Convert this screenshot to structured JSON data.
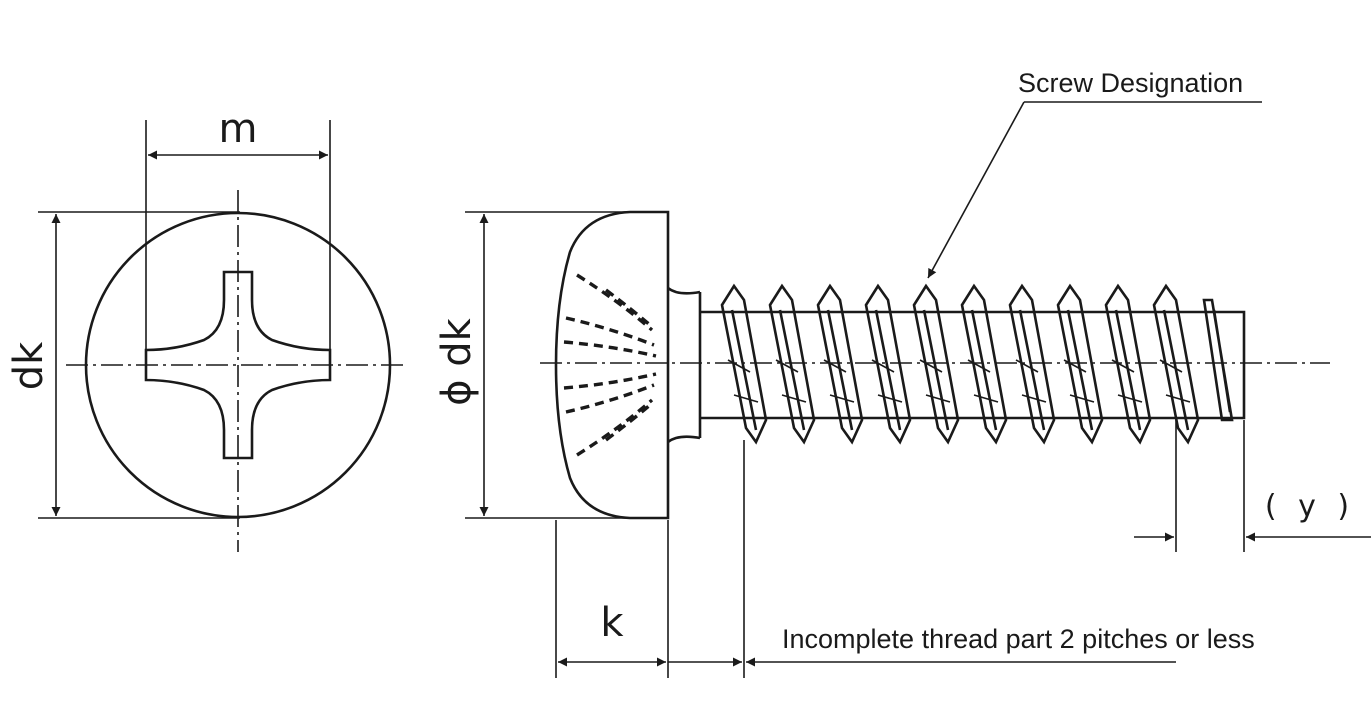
{
  "labels": {
    "m": "m",
    "dk": "dk",
    "phi_dk": "ϕ dk",
    "k": "k",
    "y": "( y )",
    "screw_designation": "Screw Designation",
    "incomplete_thread": "Incomplete thread part 2 pitches or less"
  },
  "colors": {
    "line": "#1a1a1a",
    "background": "#ffffff"
  }
}
